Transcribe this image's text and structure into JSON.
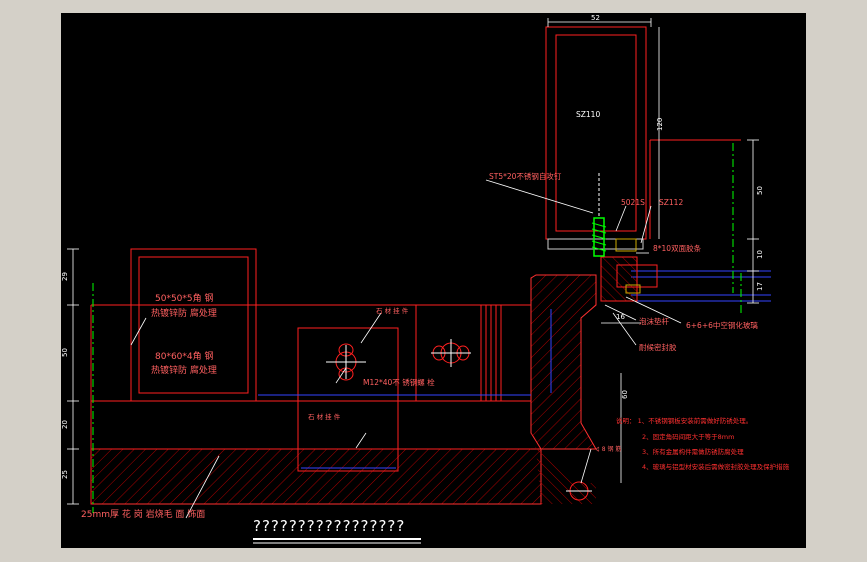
{
  "drawing": {
    "title_row": "?????????????????",
    "dims": {
      "top_width": "52",
      "frame_height": "120",
      "right_a": "50",
      "right_b": "10",
      "right_c": "17",
      "left_a": "29",
      "left_b": "50",
      "left_c": "20",
      "left_d": "25",
      "bottom_gap": "16",
      "vert_60": "60"
    },
    "labels": {
      "sz110": "SZ110",
      "screw": "ST5*20不锈钢自攻钉",
      "part_5021s": "5021S",
      "part_sz112": "SZ112",
      "seal_strip": "8*10双面胶条",
      "steel_50": "50*50*5角 钢",
      "galv_1": "热镀锌防 腐处理",
      "steel_80": "80*60*4角 钢",
      "galv_2": "热镀锌防 腐处理",
      "stone_bracket_top": "石 材 挂 件",
      "bolt": "M12*40不 锈钢螺 栓",
      "stone_bracket_bottom": "石 材 挂 件",
      "foam_rod": "泡沫垫杆",
      "weather_seal": "耐候密封胶",
      "glass": "6+6+6中空钢化玻璃",
      "stone_finish": "25mm厚 花 岗 岩烧毛 面 饰面",
      "rebar_note": "¢ 8 钢 筋"
    },
    "notes": [
      "说明：  1、不锈钢钢板安装前需做好防锈处理。",
      "2、固定角码间距大于等于8mm",
      "3、所有金属构件需做防锈防腐处理",
      "4、玻璃与铝型材安装后需做密封胶处理及保护措施"
    ]
  },
  "colors": {
    "background": "#000000",
    "outline": "#ff0000",
    "dimension": "#ffffff",
    "green_line": "#00ff00",
    "blue_line": "#3333ff",
    "magenta": "#ff00ff",
    "hatch": "#cc0000",
    "gold": "#ccaa00"
  }
}
